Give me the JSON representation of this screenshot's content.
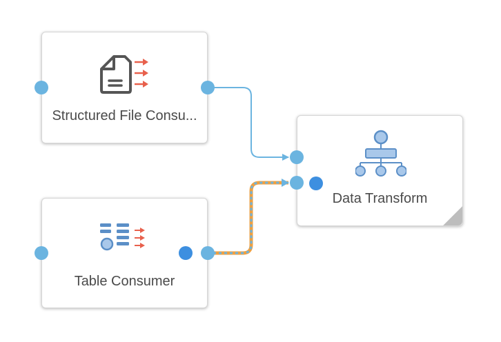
{
  "canvas": {
    "nodes": [
      {
        "id": "structured-file-consumer",
        "label": "Structured File Consu...",
        "icon": "file-consumer-icon"
      },
      {
        "id": "table-consumer",
        "label": "Table Consumer",
        "icon": "table-consumer-icon"
      },
      {
        "id": "data-transform",
        "label": "Data Transform",
        "icon": "hierarchy-transform-icon"
      }
    ],
    "connections": [
      {
        "from": "structured-file-consumer",
        "to": "data-transform",
        "style": "solid",
        "color": "#6bb4e0"
      },
      {
        "from": "table-consumer",
        "to": "data-transform",
        "style": "dashed-selected",
        "color": "#f0a040"
      }
    ]
  },
  "colors": {
    "port": "#6bb4e0",
    "port_active": "#3d8fe0",
    "arrow_red": "#e8604c",
    "icon_gray": "#555555",
    "icon_blue": "#5b8fc7",
    "label": "#4a4a4a"
  }
}
